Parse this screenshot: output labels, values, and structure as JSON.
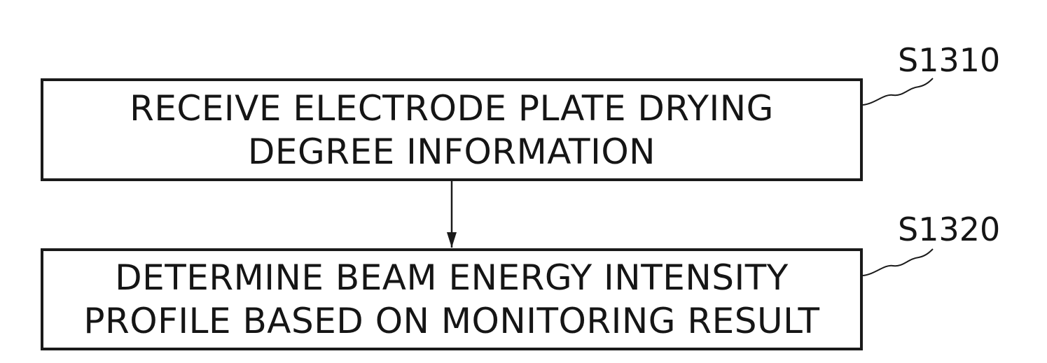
{
  "steps": [
    {
      "id": "S1310",
      "lines": [
        "RECEIVE ELECTRODE PLATE DRYING",
        "DEGREE INFORMATION"
      ]
    },
    {
      "id": "S1320",
      "lines": [
        "DETERMINE BEAM ENERGY INTENSITY",
        "PROFILE BASED ON MONITORING RESULT"
      ]
    }
  ],
  "colors": {
    "stroke": "#1a1a1a",
    "background": "#ffffff"
  }
}
